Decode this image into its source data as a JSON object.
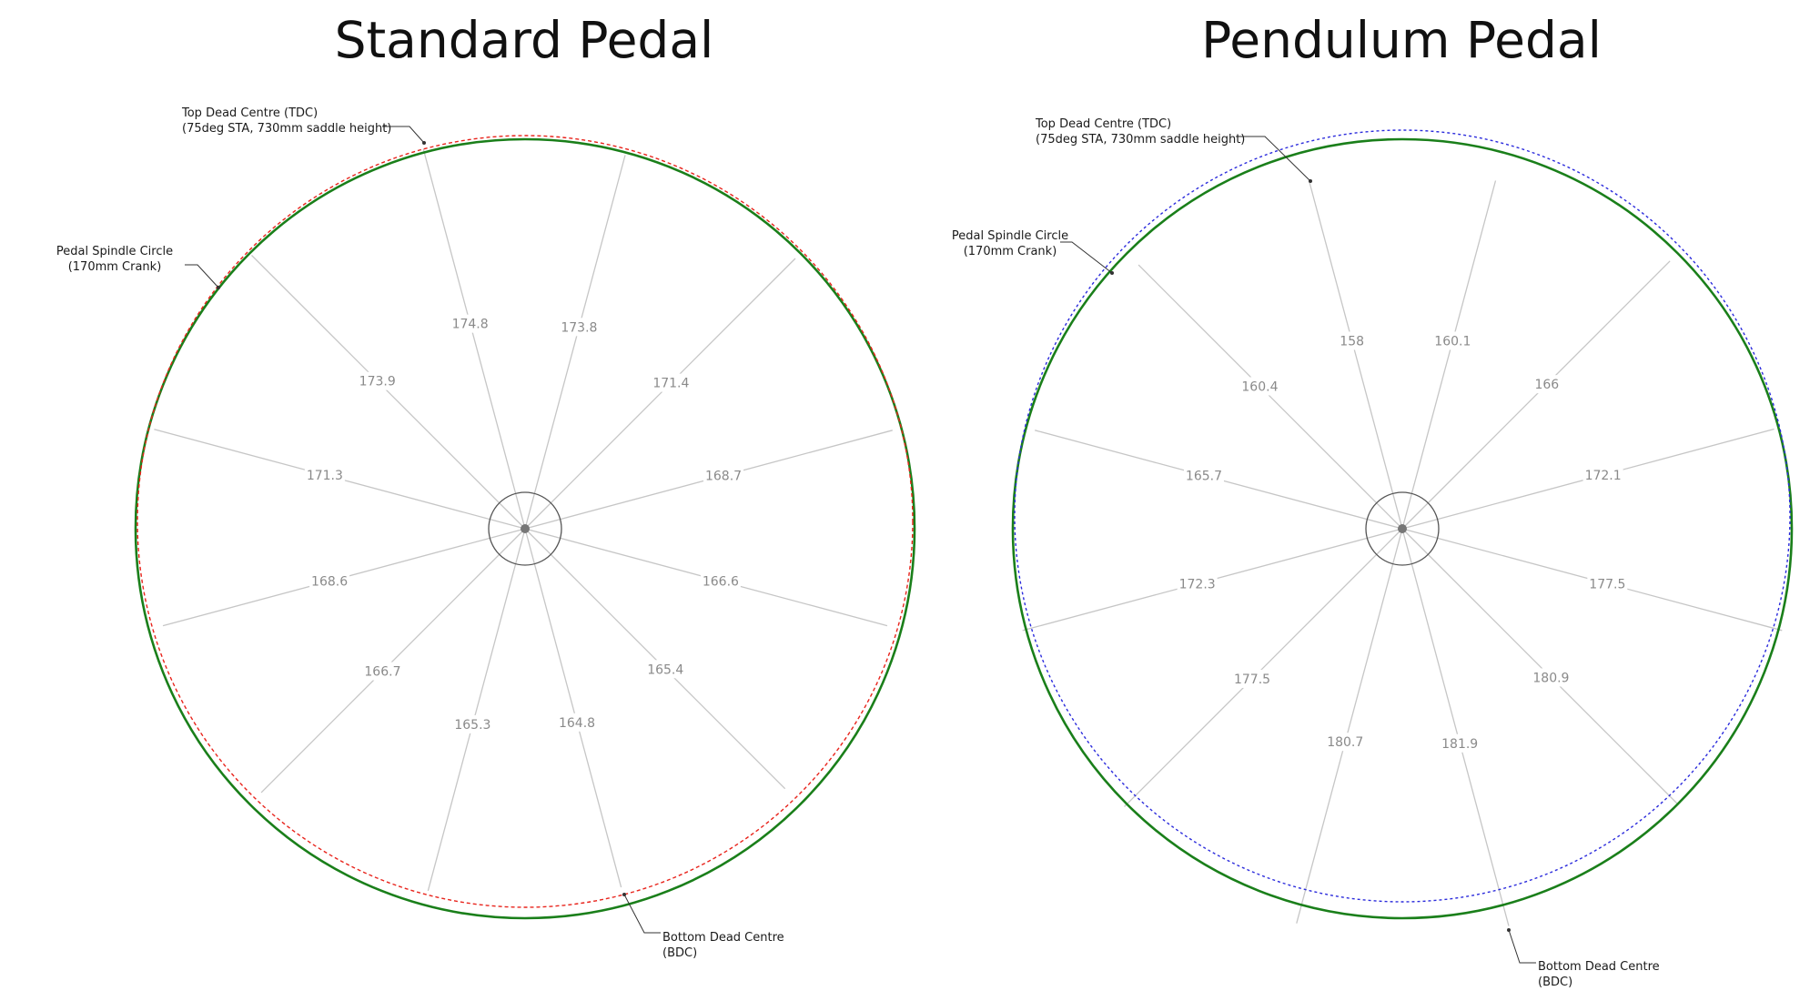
{
  "panels": [
    {
      "title": "Standard Pedal",
      "trajectory_color": "#e8231b",
      "spindle_circle_color": "#1a7f1a",
      "radial_values": [
        "174.8",
        "173.8",
        "171.4",
        "168.7",
        "166.6",
        "165.4",
        "164.8",
        "165.3",
        "166.7",
        "168.6",
        "171.3",
        "173.9"
      ],
      "callouts": {
        "tdc": [
          "Top Dead Centre (TDC)",
          "(75deg STA, 730mm saddle height)"
        ],
        "spindle": [
          "Pedal Spindle Circle",
          "(170mm Crank)"
        ],
        "bdc": [
          "Bottom Dead Centre",
          "(BDC)"
        ]
      }
    },
    {
      "title": "Pendulum Pedal",
      "trajectory_color": "#2b2bdc",
      "spindle_circle_color": "#1a7f1a",
      "radial_values": [
        "158",
        "160.1",
        "166",
        "172.1",
        "177.5",
        "180.9",
        "181.9",
        "180.7",
        "177.5",
        "172.3",
        "165.7",
        "160.4"
      ],
      "callouts": {
        "tdc": [
          "Top Dead Centre (TDC)",
          "(75deg STA, 730mm saddle height)"
        ],
        "spindle": [
          "Pedal Spindle Circle",
          "(170mm Crank)"
        ],
        "bdc": [
          "Bottom Dead Centre",
          "(BDC)"
        ]
      }
    }
  ]
}
